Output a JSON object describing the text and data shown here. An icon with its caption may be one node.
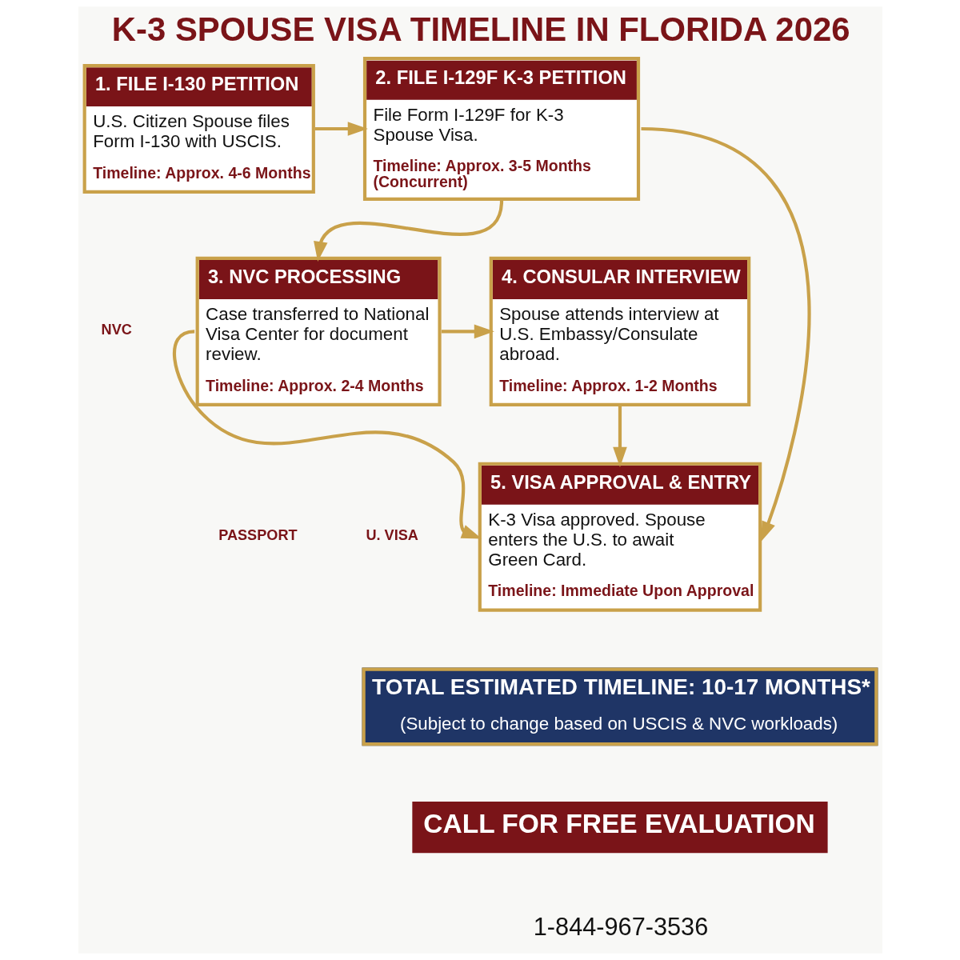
{
  "diagram": {
    "title": "K-3 SPOUSE VISA TIMELINE IN FLORIDA 2026",
    "nodes": [
      {
        "text": [
          "1. FILE I-130 PETITION",
          "U.S. Citizen Spouse files Form I-130 with USCIS.",
          "Timeline: Approx. 4-6 Months"
        ]
      },
      {
        "text": [
          "2. FILE I-129F K-3 PETITION",
          "File Form I-129F for K-3 Spouse Visa.",
          "Timeline: Approx. 3-5 Months (Concurrent)"
        ]
      },
      {
        "text": [
          "3. NVC PROCESSING",
          "Case transferred to National Visa Center for document review.",
          "Timeline: Approx. 2-4 Months"
        ]
      },
      {
        "text": [
          "4. CONSULAR INTERVIEW",
          "Spouse attends interview at U.S. Embassy/Consulate abroad.",
          "Timeline: Approx. 1-2 Months"
        ]
      },
      {
        "text": [
          "5. VISA APPROVAL & ENTRY",
          "K-3 Visa approved. Spouse enters the U.S. to await Green Card.",
          "Timeline: Immediate Upon Approval"
        ]
      },
      {
        "text": [
          "TOTAL ESTIMATED TIMELINE: 10-17 MONTHS*",
          "(Subject to change based on USCIS & NVC workloads)"
        ]
      },
      {
        "text": [
          "CALL FOR FREE EVALUATION"
        ]
      }
    ],
    "edges": [
      {
        "from": 0,
        "to": 1,
        "arrow": "to"
      },
      {
        "from": 1,
        "to": 2,
        "arrow": "to"
      },
      {
        "from": 1,
        "to": 4,
        "arrow": "to"
      },
      {
        "from": 2,
        "to": 3,
        "arrow": "to"
      },
      {
        "from": 2,
        "to": 4,
        "arrow": "to"
      },
      {
        "from": 3,
        "to": 4,
        "arrow": "to"
      }
    ],
    "labels": [
      "NVC",
      "PASSPORT",
      "U. VISA",
      "1-844-967-3536"
    ]
  }
}
